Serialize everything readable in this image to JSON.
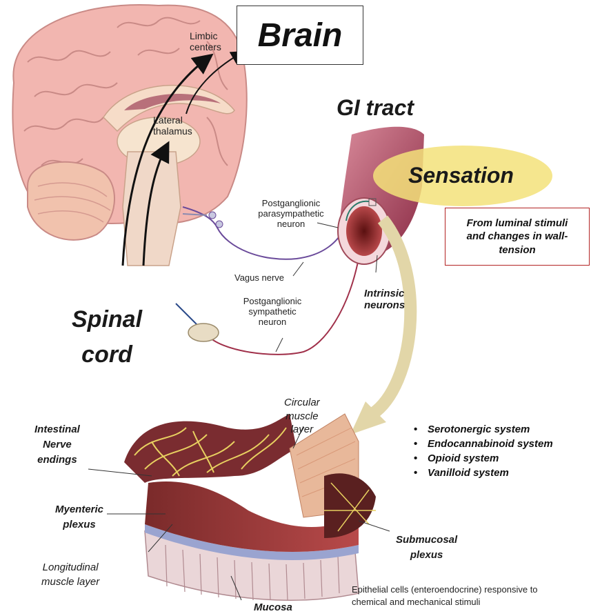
{
  "title": "Brain",
  "brain_labels": {
    "limbic": [
      "Limbic",
      "centers"
    ],
    "thalamus": [
      "Lateral",
      "thalamus"
    ]
  },
  "gi_tract": "GI tract",
  "sensation": "Sensation",
  "luminal_box": [
    "From luminal  stimuli",
    "and changes in wall-",
    "tension"
  ],
  "parasympathetic": [
    "Postganglionic",
    "parasympathetic",
    "neuron"
  ],
  "vagus": "Vagus nerve",
  "sympathetic": [
    "Postganglionic",
    "sympathetic",
    "neuron"
  ],
  "intrinsic": [
    "Intrinsic",
    "neurons"
  ],
  "spinal_cord": [
    "Spinal",
    "cord"
  ],
  "circular_muscle": [
    "Circular",
    "muscle",
    "layer"
  ],
  "intestinal_nerve": [
    "Intestinal",
    "Nerve",
    "endings"
  ],
  "myenteric": [
    "Myenteric",
    "plexus"
  ],
  "longitudinal": [
    "Longitudinal",
    "muscle layer"
  ],
  "mucosa": "Mucosa",
  "submucosal": [
    "Submucosal",
    "plexus"
  ],
  "epithelial": [
    "Epithelial cells (enteroendocrine) responsive to",
    "chemical and mechanical stimuli"
  ],
  "systems": [
    "Serotonergic system",
    "Endocannabinoid system",
    "Opioid system",
    "Vanilloid system"
  ],
  "colors": {
    "brain": "#f2b6b0",
    "gut_tube": "#b0506a",
    "sensation_ellipse": "#f3e27a",
    "box_border": "#b22222",
    "nerve_purple": "#6a4a9a",
    "nerve_red": "#a0304a",
    "big_arrow": "#e2d6a8"
  }
}
